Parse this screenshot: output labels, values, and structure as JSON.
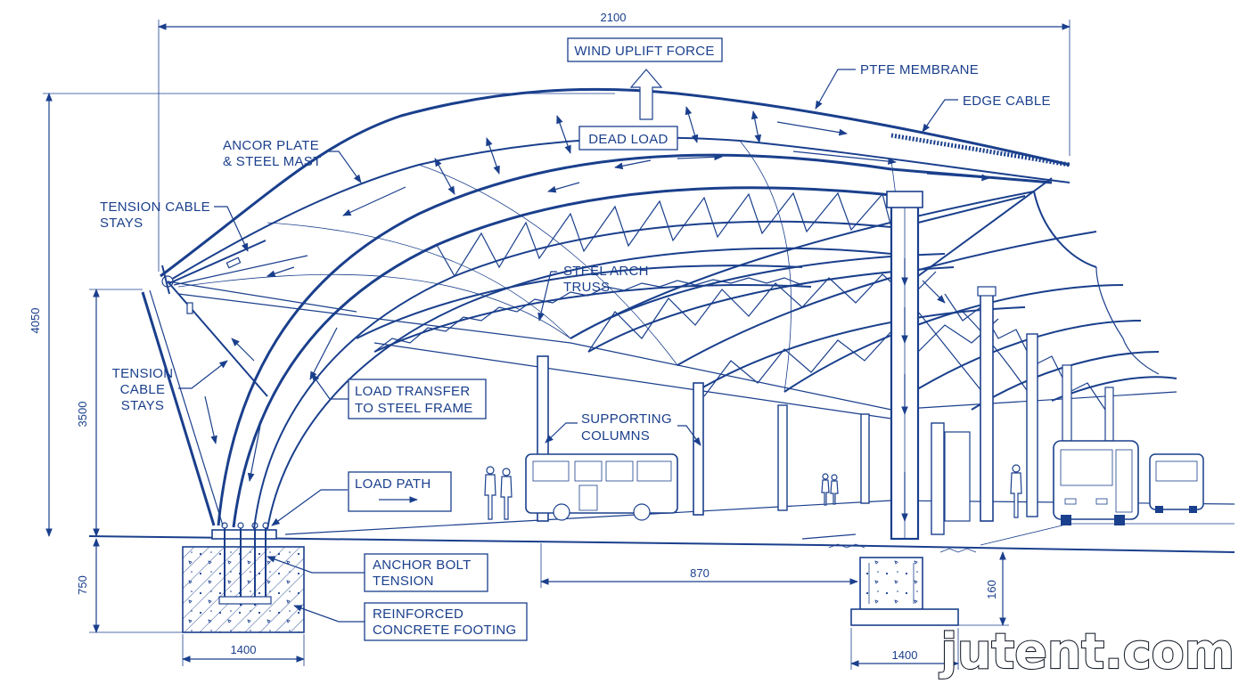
{
  "colors": {
    "ink": "#1a3f8c",
    "background": "#ffffff",
    "watermark_outline": "#1d2430"
  },
  "labels": {
    "wind_uplift_force": "WIND UPLIFT FORCE",
    "ptfe_membrane": "PTFE MEMBRANE",
    "edge_cable": "EDGE CABLE",
    "dead_load": "DEAD LOAD",
    "anchor_plate_line1": "ANCOR PLATE",
    "anchor_plate_line2": "& STEEL MAST",
    "tension_stays_top_line1": "TENSION CABLE",
    "tension_stays_top_line2": "STAYS",
    "tension_stays_side_line1": "TENSION",
    "tension_stays_side_line2": "CABLE",
    "tension_stays_side_line3": "STAYS",
    "steel_arch_truss_line1": "STEEL ARCH",
    "steel_arch_truss_line2": "TRUSS",
    "load_transfer_line1": "LOAD TRANSFER",
    "load_transfer_line2": "TO STEEL FRAME",
    "supporting_columns_line1": "SUPPORTING",
    "supporting_columns_line2": "COLUMNS",
    "load_path": "LOAD PATH",
    "anchor_bolt_line1": "ANCHOR BOLT",
    "anchor_bolt_line2": "TENSION",
    "footing_line1": "REINFORCED",
    "footing_line2": "CONCRETE FOOTING"
  },
  "dimensions": {
    "overall_width": "2100",
    "overall_height": "4050",
    "column_height": "3500",
    "footing_depth_left": "750",
    "footing_width_left": "1400",
    "column_span": "870",
    "footing_depth_right": "160",
    "footing_width_right": "1400"
  },
  "watermark": "jutent.com"
}
